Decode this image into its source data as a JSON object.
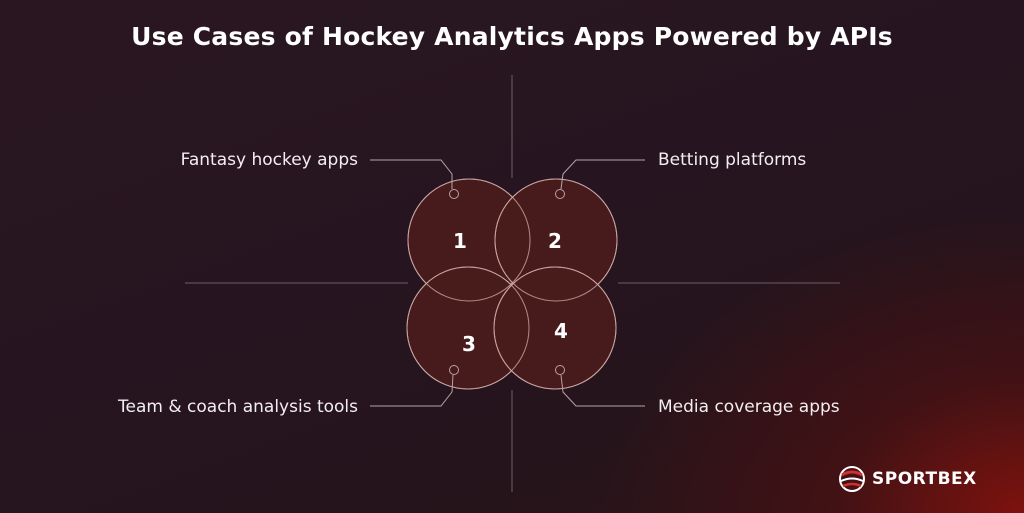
{
  "title": "Use Cases of Hockey Analytics Apps Powered by APIs",
  "items": [
    {
      "number": "1",
      "label": "Fantasy hockey apps"
    },
    {
      "number": "2",
      "label": "Betting platforms"
    },
    {
      "number": "3",
      "label": "Team & coach analysis tools"
    },
    {
      "number": "4",
      "label": "Media coverage apps"
    }
  ],
  "brand": {
    "name": "SPORTBEX",
    "logo_icon": "sportbex-ball-icon"
  },
  "colors": {
    "circle_fill": "#4a1c1c",
    "circle_stroke": "#c9a6a3",
    "line": "#8d7a80",
    "accent": "#d32f2f"
  }
}
